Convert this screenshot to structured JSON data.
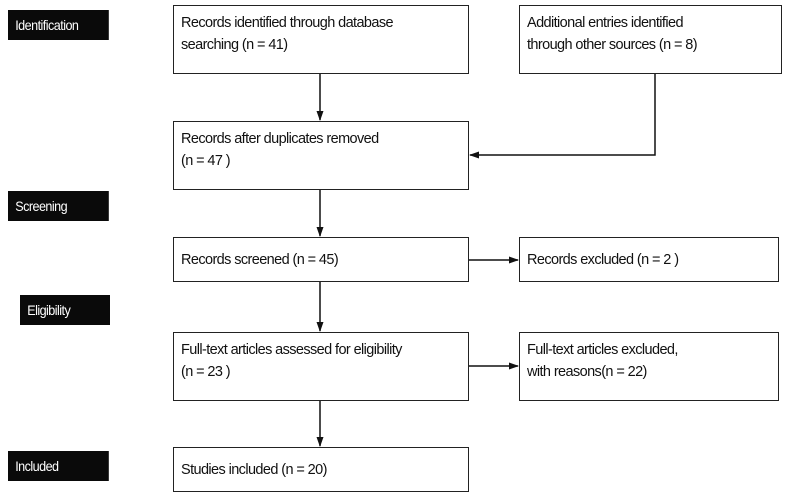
{
  "stages": {
    "identification": "Identification",
    "screening": "Screening",
    "eligibility": "Eligibility",
    "included": "Included"
  },
  "boxes": {
    "db_search": {
      "line1": "Records identified through database",
      "line2": "searching  (n = 41)"
    },
    "other_sources": {
      "line1": "Additional entries identified",
      "line2": "through other sources (n = 8)"
    },
    "after_duplicates": {
      "line1": "Records after duplicates removed",
      "line2": "(n = 47 )"
    },
    "screened": {
      "line1": "Records screened (n = 45)"
    },
    "excluded": {
      "line1": "Records excluded  (n = 2 )"
    },
    "fulltext_assessed": {
      "line1": "Full-text articles assessed for eligibility",
      "line2": "(n = 23 )"
    },
    "fulltext_excluded": {
      "line1": "Full-text articles excluded,",
      "line2": "with reasons(n = 22)"
    },
    "included_studies": {
      "line1": "Studies included (n = 20)"
    }
  }
}
